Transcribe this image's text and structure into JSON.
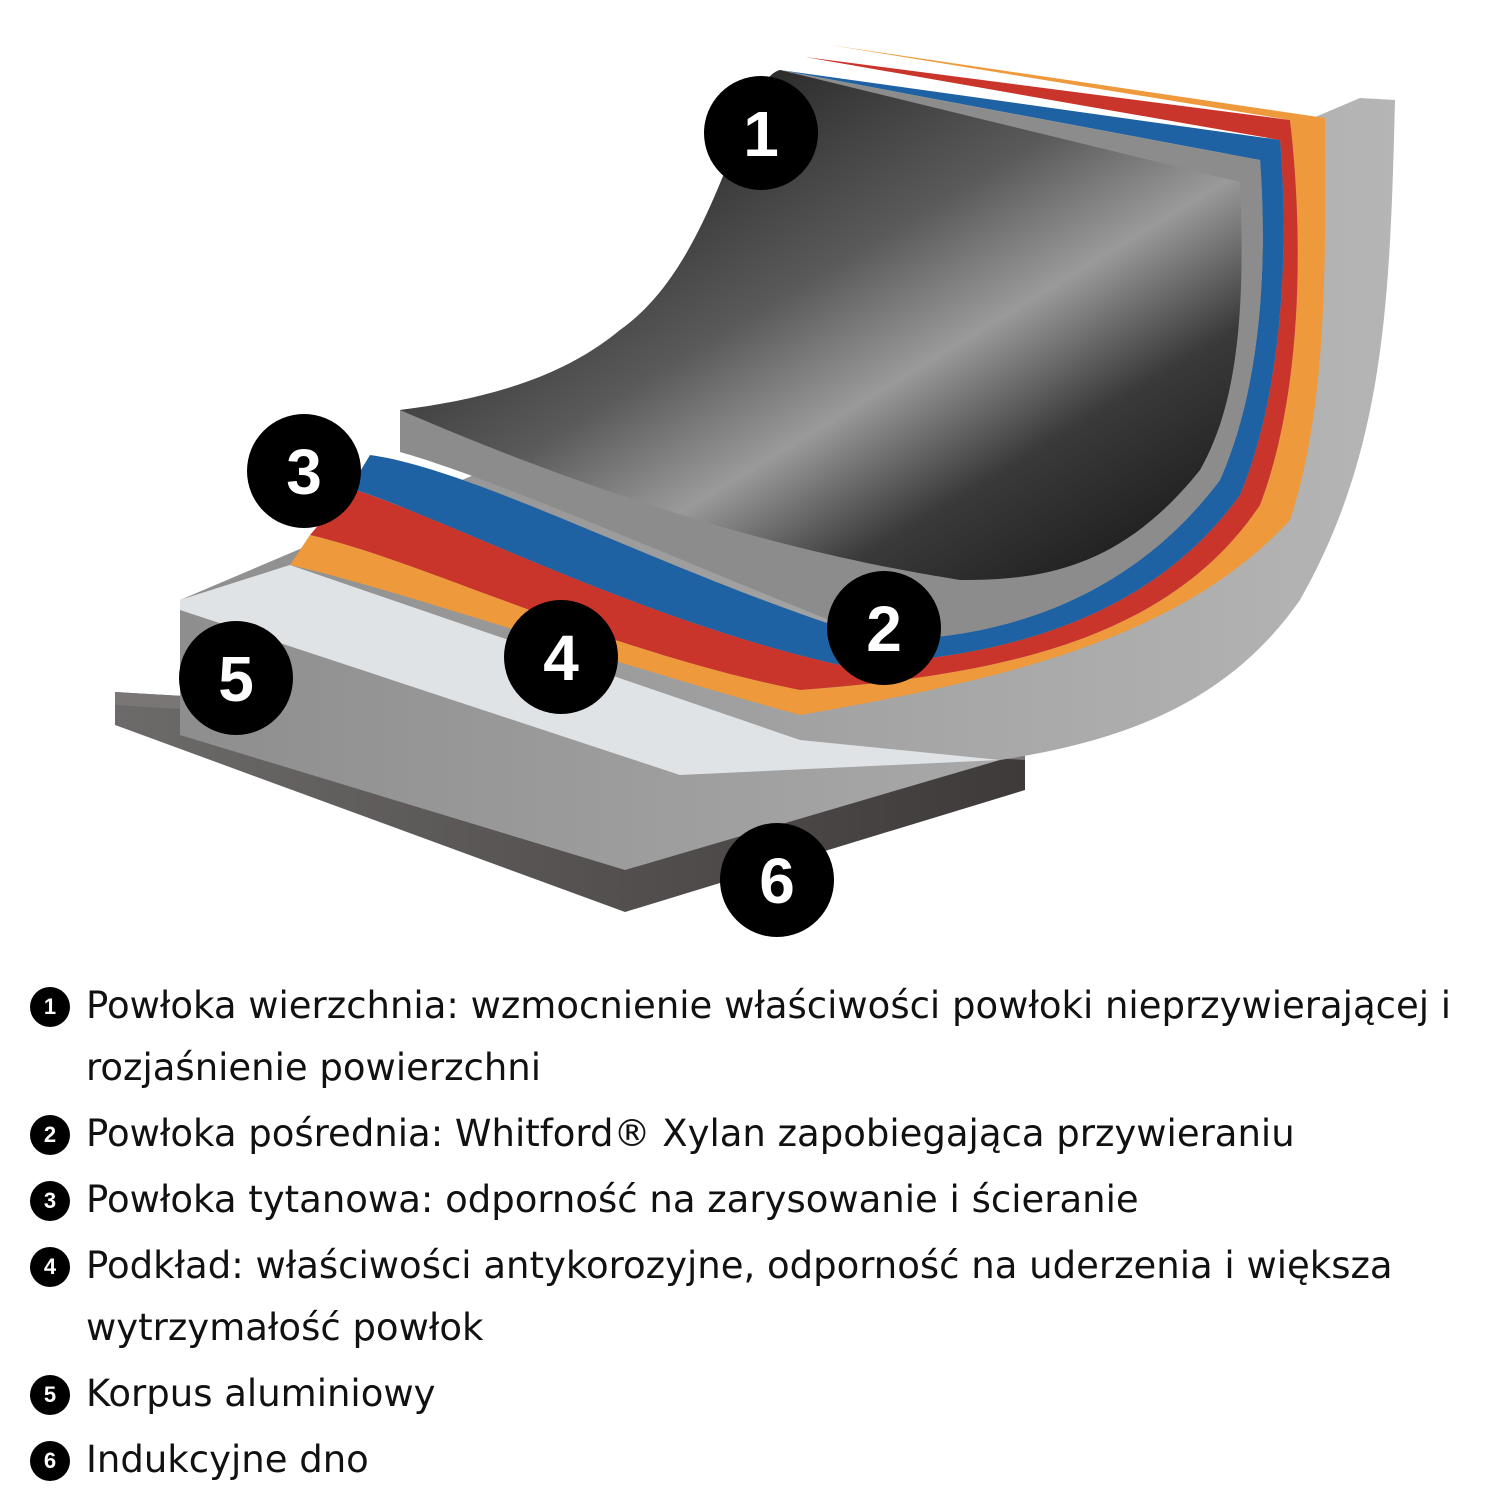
{
  "layers": [
    {
      "number": "1",
      "color": "#1c1c1c",
      "text": "Powłoka wierzchnia: wzmocnienie właściwości powłoki nieprzywierającej i rozjaśnienie powierzchni"
    },
    {
      "number": "2",
      "color": "#1b5c96",
      "text": "Powłoka pośrednia: Whitford® Xylan zapobiegająca przywieraniu"
    },
    {
      "number": "3",
      "color": "#b53a2c",
      "text": "Powłoka tytanowa: odporność na zarysowanie i ścieranie"
    },
    {
      "number": "4",
      "color": "#e68a2e",
      "text": "Podkład: właściwości antykorozyjne, odporność na uderzenia i większa wytrzymałość powłok"
    },
    {
      "number": "5",
      "color": "#9a9a9a",
      "text": "Korpus aluminiowy"
    },
    {
      "number": "6",
      "color": "#4f4a4a",
      "text": "Indukcyjne dno"
    }
  ]
}
